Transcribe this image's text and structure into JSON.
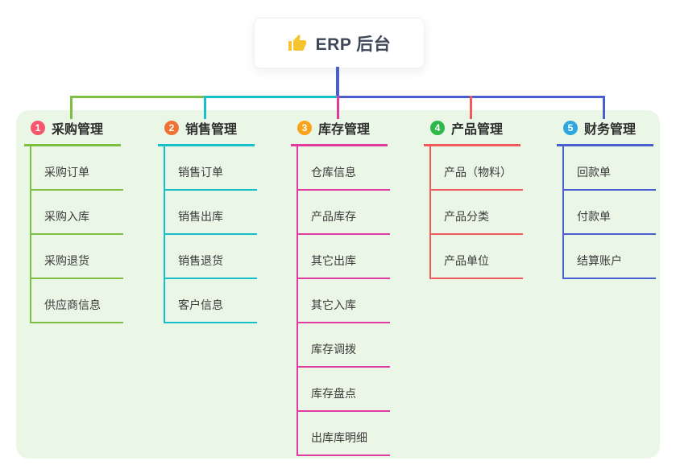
{
  "root": {
    "label": "ERP 后台",
    "icon": "thumbs-up-icon",
    "icon_color": "#f6c331"
  },
  "branches": [
    {
      "num": "1",
      "title": "采购管理",
      "badge_color": "#f5576c",
      "line_color": "#7cbf41",
      "items": [
        "采购订单",
        "采购入库",
        "采购退货",
        "供应商信息"
      ]
    },
    {
      "num": "2",
      "title": "销售管理",
      "badge_color": "#ef7134",
      "line_color": "#17c0c9",
      "items": [
        "销售订单",
        "销售出库",
        "销售退货",
        "客户信息"
      ]
    },
    {
      "num": "3",
      "title": "库存管理",
      "badge_color": "#f9a31a",
      "line_color": "#e13a9e",
      "items": [
        "仓库信息",
        "产品库存",
        "其它出库",
        "其它入库",
        "库存调拨",
        "库存盘点",
        "出库库明细"
      ]
    },
    {
      "num": "4",
      "title": "产品管理",
      "badge_color": "#2eb84b",
      "line_color": "#f25b5e",
      "items": [
        "产品（物料）",
        "产品分类",
        "产品单位"
      ]
    },
    {
      "num": "5",
      "title": "财务管理",
      "badge_color": "#2ea6e0",
      "line_color": "#4a5ed0",
      "items": [
        "回款单",
        "付款单",
        "结算账户"
      ]
    }
  ],
  "colors": {
    "panel_bg": "#ebf7e6",
    "root_connector": "#4a5ed0",
    "root_text": "#3d4757",
    "item_text": "#3a3a3a"
  }
}
